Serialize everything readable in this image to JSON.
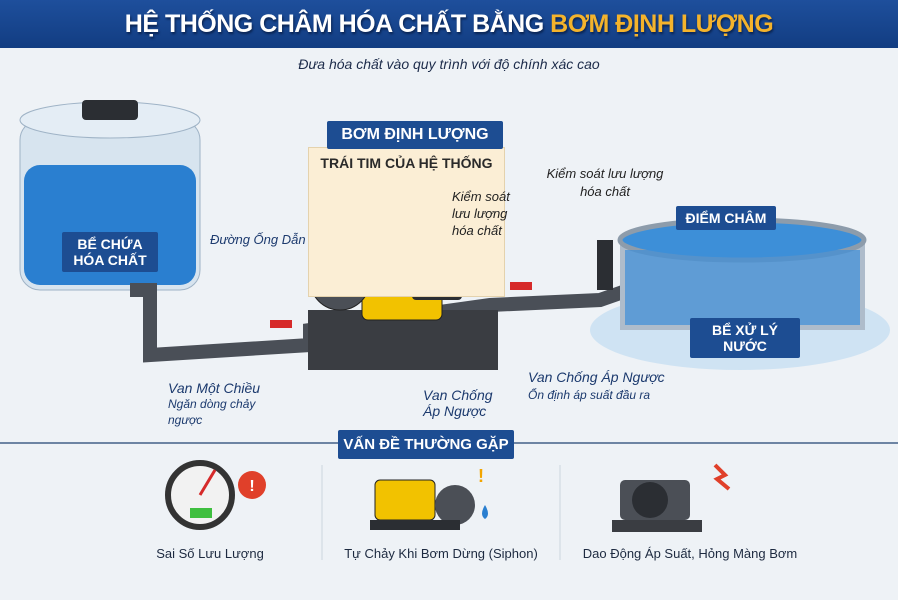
{
  "header": {
    "title_main": "HỆ THỐNG CHÂM HÓA CHẤT BẰNG ",
    "title_highlight": "BƠM ĐỊNH LƯỢNG",
    "subtitle": "Đưa hóa chất vào quy trình với độ chính xác cao"
  },
  "pump": {
    "title": "BƠM ĐỊNH LƯỢNG",
    "subtitle": "TRÁI TIM CỦA HỆ THỐNG",
    "note": "Kiểm soát lưu lượng hóa chất"
  },
  "labels": {
    "tank": "BỂ CHỨA HÓA CHẤT",
    "pipe": "Đường Ống Dẫn",
    "check_valve": "Van Một Chiều",
    "check_valve_desc": "Ngăn dòng chảy ngược",
    "backpressure_left": "Van Chống Áp Ngược",
    "backpressure_right": "Van Chống Áp Ngược",
    "backpressure_right_desc": "Ổn định áp suất đầu ra",
    "flow_control": "Kiểm soát lưu lượng hóa chất",
    "injection_point": "ĐIỂM CHÂM",
    "treatment_tank": "BỂ XỬ LÝ NƯỚC"
  },
  "problems": {
    "title": "VẤN ĐỀ THƯỜNG GẶP",
    "items": [
      {
        "label": "Sai Số Lưu Lượng",
        "icon": "gauge-warning-icon"
      },
      {
        "label": "Tự Chảy Khi Bơm Dừng (Siphon)",
        "icon": "pump-drip-icon"
      },
      {
        "label": "Dao Động Áp Suất, Hỏng Màng Bơm",
        "icon": "pump-damage-icon"
      }
    ]
  },
  "colors": {
    "navy": "#1d4d92",
    "accent": "#f4b32c",
    "water": "#2a7fd0",
    "pump_yellow": "#f2c200"
  }
}
